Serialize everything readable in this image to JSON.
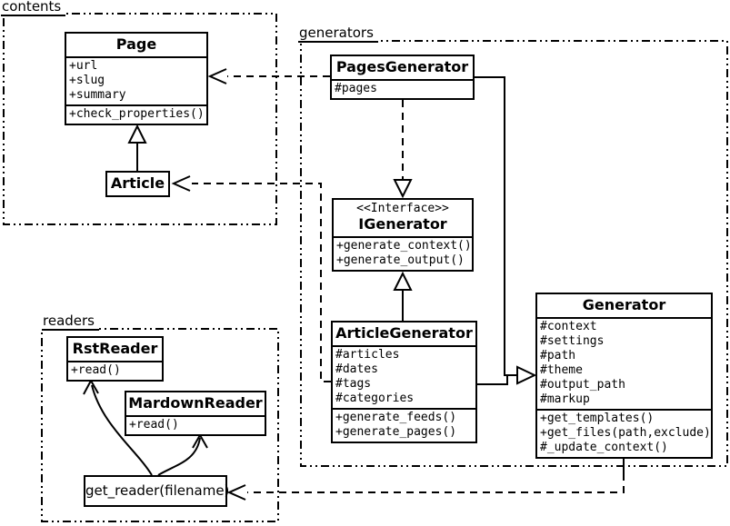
{
  "packages": {
    "contents": {
      "label": "contents"
    },
    "generators": {
      "label": "generators"
    },
    "readers": {
      "label": "readers"
    }
  },
  "classes": {
    "page": {
      "name": "Page",
      "attributes": [
        "+url",
        "+slug",
        "+summary"
      ],
      "methods": [
        "+check_properties()"
      ]
    },
    "article": {
      "name": "Article"
    },
    "pages_generator": {
      "name": "PagesGenerator",
      "attributes": [
        "#pages"
      ]
    },
    "igenerator": {
      "stereotype": "<<Interface>>",
      "name": "IGenerator",
      "methods": [
        "+generate_context()",
        "+generate_output()"
      ]
    },
    "article_generator": {
      "name": "ArticleGenerator",
      "attributes": [
        "#articles",
        "#dates",
        "#tags",
        "#categories"
      ],
      "methods": [
        "+generate_feeds()",
        "+generate_pages()"
      ]
    },
    "generator": {
      "name": "Generator",
      "attributes": [
        "#context",
        "#settings",
        "#path",
        "#theme",
        "#output_path",
        "#markup"
      ],
      "methods": [
        "+get_templates()",
        "+get_files(path,exclude)",
        "#_update_context()"
      ]
    },
    "rst_reader": {
      "name": "RstReader",
      "methods": [
        "+read()"
      ]
    },
    "mardown_reader": {
      "name": "MardownReader",
      "methods": [
        "+read()"
      ]
    },
    "get_reader": {
      "label": "get_reader(filename)"
    }
  },
  "edges": [
    {
      "from": "Article",
      "to": "Page",
      "type": "generalization"
    },
    {
      "from": "PagesGenerator",
      "to": "Page",
      "type": "dependency"
    },
    {
      "from": "PagesGenerator",
      "to": "IGenerator",
      "type": "realization"
    },
    {
      "from": "ArticleGenerator",
      "to": "IGenerator",
      "type": "generalization"
    },
    {
      "from": "PagesGenerator",
      "to": "Generator",
      "type": "generalization"
    },
    {
      "from": "ArticleGenerator",
      "to": "Generator",
      "type": "generalization"
    },
    {
      "from": "ArticleGenerator",
      "to": "Article",
      "type": "dependency"
    },
    {
      "from": "Generator",
      "to": "get_reader(filename)",
      "type": "dependency"
    },
    {
      "from": "get_reader(filename)",
      "to": "RstReader",
      "type": "dependency"
    },
    {
      "from": "get_reader(filename)",
      "to": "MardownReader",
      "type": "dependency"
    }
  ],
  "colors": {
    "line": "#000000",
    "background": "#ffffff",
    "box_fill": "#ffffff"
  }
}
